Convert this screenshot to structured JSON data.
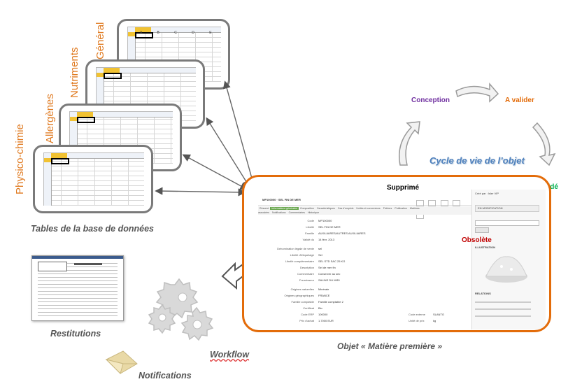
{
  "labels": {
    "general": "Général",
    "nutriments": "Nutriments",
    "allergenes": "Allergènes",
    "physico": "Physico-chimie",
    "tables_caption": "Tables de la base de données",
    "restitutions": "Restitutions",
    "workflow": "Workflow",
    "notifications": "Notifications",
    "object_caption": "Objet « Matière première »",
    "cycle_title": "Cycle de vie de l’objet"
  },
  "lifecycle": {
    "conception": "Conception",
    "a_valider": "A valider",
    "valide": "Validé",
    "obsolete": "Obsolète",
    "supprime": "Supprimé"
  },
  "sheet_columns": [
    "A",
    "B",
    "C",
    "D",
    "E"
  ],
  "screen": {
    "record_title": "MP100000 · SEL FIN DE MER",
    "tabs": [
      "Résumé",
      "Informations générales",
      "Composition",
      "Caractéristiques",
      "Cas d'emplois",
      "Unités et conversions",
      "Fichiers",
      "Publication",
      "Matières associées",
      "Notifications",
      "Commentaires",
      "Historique"
    ],
    "fields": [
      {
        "label": "Code",
        "value": "MP100000"
      },
      {
        "label": "Libellé",
        "value": "SEL FIN DE MER"
      },
      {
        "label": "Famille",
        "value": "AUXILIAIRES/AUTRES AUXILIAIRES"
      },
      {
        "label": "Validé du",
        "value": "14 févr. 2013"
      },
      {
        "label": "Dénomination légale de vente",
        "value": "sel"
      },
      {
        "label": "Libellé d'étiquetage",
        "value": "Sel"
      },
      {
        "label": "Libellé complémentaire",
        "value": "SEL STD SAC 25 KG"
      },
      {
        "label": "Description",
        "value": "Sel de mer fin"
      },
      {
        "label": "Commentaire",
        "value": "Conserver au sec"
      },
      {
        "label": "Fournisseur",
        "value": "SALINS DU MIDI"
      },
      {
        "label": "Origines naturelles",
        "value": "Minérale"
      },
      {
        "label": "Origines géographiques",
        "value": "FRANCE"
      },
      {
        "label": "Famille comptable",
        "value": "Famille comptable 2"
      },
      {
        "label": "Certificat",
        "value": "Bio"
      },
      {
        "label": "Code ERP",
        "value": "100000"
      },
      {
        "label": "Prix d'achat",
        "value": "1.7000 EUR"
      }
    ],
    "side": {
      "created_by": "Créé par : Isler VIP",
      "state": "EN MODIFICATION",
      "illustration": "ILLUSTRATION",
      "relations": "RELATIONS",
      "code_externe": "Code externe",
      "unite_prix": "Unité de prix",
      "slanto": "SLANTO",
      "kg": "kg"
    }
  },
  "colors": {
    "orange": "#e36c0a",
    "label_orange": "#e07b22",
    "conception": "#7030a0",
    "a_valider": "#e36c0a",
    "valide": "#00b050",
    "obsolete": "#c00000",
    "cycle_title": "#4f81bd"
  }
}
